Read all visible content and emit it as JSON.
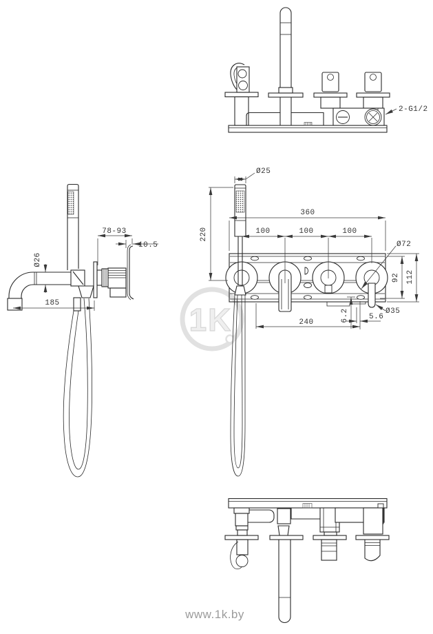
{
  "document": {
    "kind": "bath-mixer installation drawing",
    "footer_url": "www.1k.by",
    "watermark_text": "1K",
    "colors": {
      "line": "#282828",
      "dim": "#3a3a3a",
      "watermark": "#d6d6d6",
      "footer_text": "#9b9b9b",
      "background": "#ffffff"
    }
  },
  "dimensions": {
    "top_view": {
      "thread_label": "2-G1/2"
    },
    "side_view": {
      "mount_depth": "78-93",
      "flange_offset": "10.5",
      "spout_diameter": "Ø26",
      "spout_reach": "185"
    },
    "front_view": {
      "handshower_diameter": "Ø25",
      "handshower_length": "220",
      "total_width": "360",
      "pitch_left": "100",
      "pitch_center": "100",
      "pitch_right": "100",
      "rosette_diameter": "Ø72",
      "body_height": "92",
      "total_height": "112",
      "handle_diameter": "Ø35",
      "handle_offset": "5.6",
      "slot_offset": "6.2",
      "mount_pitch": "240"
    }
  }
}
